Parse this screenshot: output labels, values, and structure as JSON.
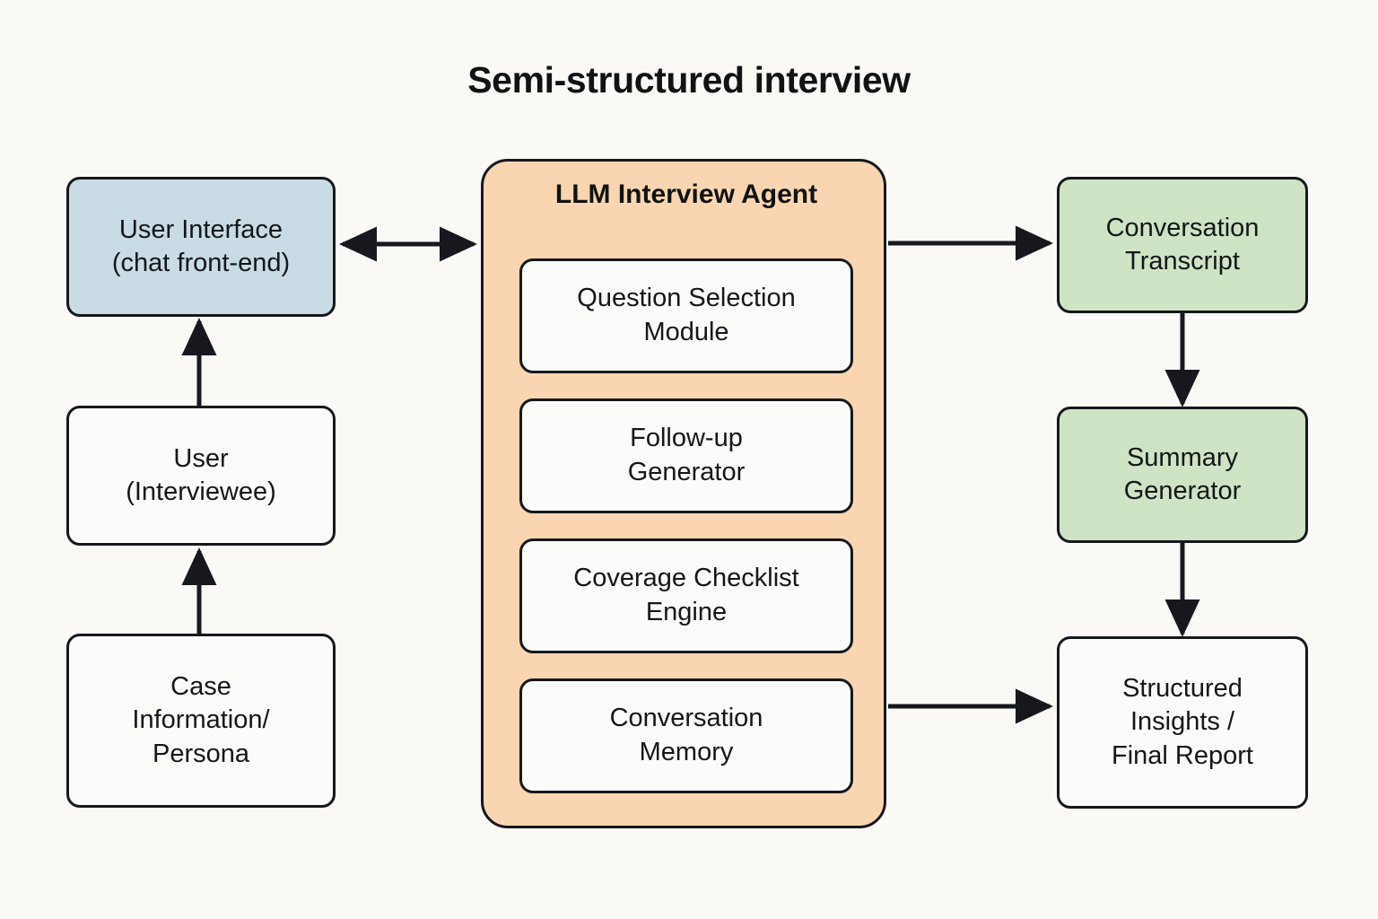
{
  "title": "Semi-structured interview",
  "theme": {
    "background": "#faf9f6",
    "stroke": "#16181d",
    "ui_fill": "#c9dbe4",
    "agent_fill": "#f9d6b1",
    "output_fill": "#cee4c4",
    "plain_fill": "#fbfbf9"
  },
  "nodes": {
    "user_interface": "User Interface\n(chat front-end)",
    "user": "User\n(Interviewee)",
    "case_information": "Case\nInformation/\nPersona",
    "agent_title": "LLM Interview Agent",
    "question_selection": "Question Selection\nModule",
    "follow_up": "Follow-up\nGenerator",
    "coverage_checklist": "Coverage Checklist\nEngine",
    "conversation_memory": "Conversation\nMemory",
    "conversation_transcript": "Conversation\nTranscript",
    "summary_generator": "Summary\nGenerator",
    "structured_insights": "Structured\nInsights /\nFinal Report"
  },
  "edges": [
    {
      "from": "case_information",
      "to": "user",
      "direction": "one-way"
    },
    {
      "from": "user",
      "to": "user_interface",
      "direction": "one-way"
    },
    {
      "from": "user_interface",
      "to": "agent",
      "direction": "two-way"
    },
    {
      "from": "agent",
      "to": "conversation_transcript",
      "direction": "one-way"
    },
    {
      "from": "conversation_transcript",
      "to": "summary_generator",
      "direction": "one-way"
    },
    {
      "from": "summary_generator",
      "to": "structured_insights",
      "direction": "one-way"
    },
    {
      "from": "agent",
      "to": "structured_insights",
      "direction": "one-way"
    }
  ]
}
